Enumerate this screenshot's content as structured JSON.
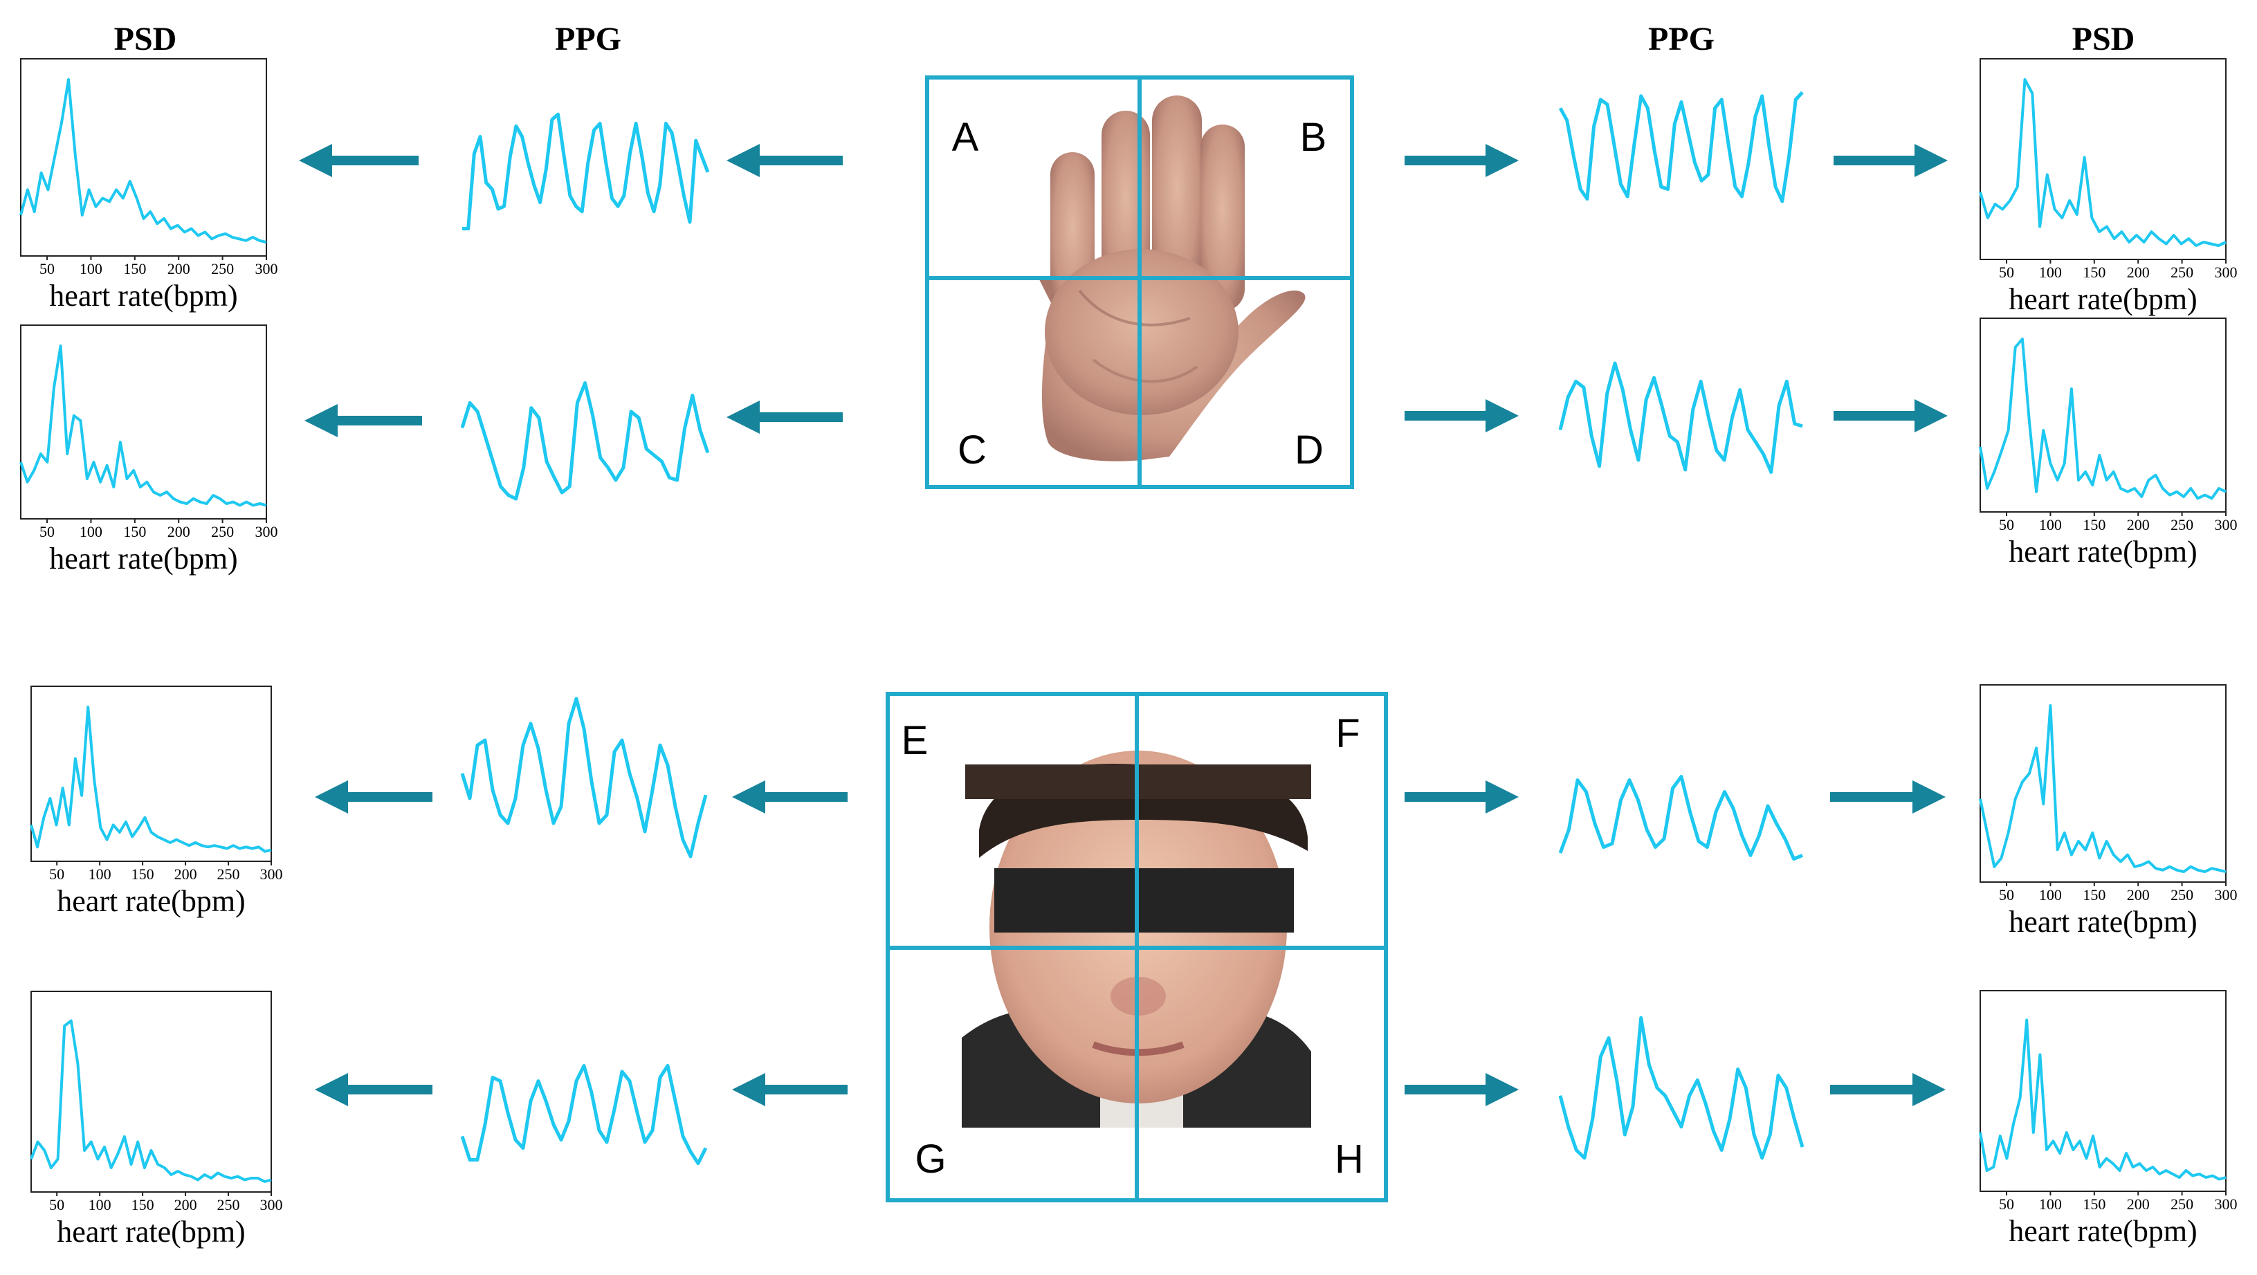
{
  "headers": {
    "psd": "PSD",
    "ppg": "PPG"
  },
  "x_axis_label": "heart rate(bpm)",
  "x_ticks": [
    "50",
    "100",
    "150",
    "200",
    "250",
    "300"
  ],
  "colors": {
    "signal": "#1ec8f0",
    "arrow": "#16849a",
    "grid": "#22aacb",
    "mask": "#242424"
  },
  "hand_panel": {
    "regions": [
      "A",
      "B",
      "C",
      "D"
    ]
  },
  "face_panel": {
    "regions": [
      "E",
      "F",
      "G",
      "H"
    ]
  },
  "ppg_waves": {
    "A": [
      0.05,
      0.05,
      0.62,
      0.75,
      0.4,
      0.35,
      0.2,
      0.22,
      0.6,
      0.83,
      0.75,
      0.55,
      0.38,
      0.25,
      0.5,
      0.88,
      0.92,
      0.6,
      0.3,
      0.22,
      0.18,
      0.55,
      0.8,
      0.85,
      0.55,
      0.28,
      0.22,
      0.3,
      0.62,
      0.85,
      0.6,
      0.32,
      0.18,
      0.38,
      0.85,
      0.78,
      0.55,
      0.3,
      0.1,
      0.72,
      0.6,
      0.48
    ],
    "B": [
      0.85,
      0.75,
      0.45,
      0.18,
      0.1,
      0.7,
      0.92,
      0.88,
      0.55,
      0.22,
      0.12,
      0.55,
      0.95,
      0.85,
      0.5,
      0.2,
      0.18,
      0.72,
      0.9,
      0.65,
      0.4,
      0.25,
      0.3,
      0.85,
      0.92,
      0.55,
      0.2,
      0.12,
      0.4,
      0.78,
      0.95,
      0.55,
      0.2,
      0.08,
      0.45,
      0.92,
      0.98
    ],
    "C": [
      0.62,
      0.82,
      0.75,
      0.55,
      0.35,
      0.15,
      0.08,
      0.05,
      0.3,
      0.78,
      0.7,
      0.35,
      0.22,
      0.1,
      0.15,
      0.82,
      0.98,
      0.72,
      0.38,
      0.3,
      0.2,
      0.3,
      0.75,
      0.7,
      0.45,
      0.4,
      0.35,
      0.22,
      0.2,
      0.62,
      0.88,
      0.6,
      0.42
    ],
    "D": [
      0.45,
      0.72,
      0.85,
      0.8,
      0.4,
      0.15,
      0.75,
      1.0,
      0.78,
      0.45,
      0.2,
      0.7,
      0.88,
      0.65,
      0.4,
      0.35,
      0.12,
      0.62,
      0.85,
      0.55,
      0.28,
      0.2,
      0.55,
      0.78,
      0.45,
      0.35,
      0.25,
      0.1,
      0.65,
      0.85,
      0.5,
      0.48
    ],
    "E": [
      0.55,
      0.4,
      0.72,
      0.75,
      0.45,
      0.3,
      0.25,
      0.4,
      0.72,
      0.85,
      0.7,
      0.45,
      0.25,
      0.35,
      0.85,
      1.0,
      0.82,
      0.5,
      0.25,
      0.3,
      0.68,
      0.75,
      0.55,
      0.4,
      0.2,
      0.45,
      0.72,
      0.6,
      0.35,
      0.15,
      0.05,
      0.25,
      0.42
    ],
    "F": [
      0.1,
      0.3,
      0.72,
      0.62,
      0.35,
      0.15,
      0.18,
      0.55,
      0.72,
      0.55,
      0.3,
      0.15,
      0.22,
      0.65,
      0.75,
      0.45,
      0.2,
      0.15,
      0.45,
      0.62,
      0.48,
      0.25,
      0.08,
      0.25,
      0.5,
      0.35,
      0.22,
      0.05,
      0.08
    ],
    "G": [
      0.25,
      0.05,
      0.05,
      0.35,
      0.75,
      0.72,
      0.45,
      0.22,
      0.15,
      0.55,
      0.72,
      0.55,
      0.35,
      0.22,
      0.38,
      0.72,
      0.85,
      0.62,
      0.3,
      0.2,
      0.48,
      0.8,
      0.72,
      0.45,
      0.2,
      0.3,
      0.75,
      0.85,
      0.55,
      0.25,
      0.12,
      0.02,
      0.15
    ],
    "H": [
      0.45,
      0.25,
      0.1,
      0.05,
      0.3,
      0.7,
      0.82,
      0.55,
      0.2,
      0.38,
      0.95,
      0.65,
      0.5,
      0.45,
      0.35,
      0.25,
      0.45,
      0.55,
      0.4,
      0.22,
      0.1,
      0.3,
      0.62,
      0.5,
      0.2,
      0.05,
      0.2,
      0.58,
      0.5,
      0.3,
      0.12
    ],
    "A_psd": [
      0.2,
      0.35,
      0.22,
      0.45,
      0.35,
      0.55,
      0.75,
      1.0,
      0.55,
      0.2,
      0.35,
      0.25,
      0.3,
      0.28,
      0.35,
      0.3,
      0.4,
      0.3,
      0.18,
      0.22,
      0.15,
      0.18,
      0.12,
      0.14,
      0.1,
      0.12,
      0.08,
      0.1,
      0.06,
      0.08,
      0.09,
      0.07,
      0.06,
      0.05,
      0.07,
      0.05,
      0.04
    ]
  },
  "psd_spectra": {
    "A": [
      0.2,
      0.35,
      0.22,
      0.45,
      0.35,
      0.55,
      0.75,
      1.0,
      0.55,
      0.2,
      0.35,
      0.25,
      0.3,
      0.28,
      0.35,
      0.3,
      0.4,
      0.3,
      0.18,
      0.22,
      0.15,
      0.18,
      0.12,
      0.14,
      0.1,
      0.12,
      0.08,
      0.1,
      0.06,
      0.08,
      0.09,
      0.07,
      0.06,
      0.05,
      0.07,
      0.05,
      0.04
    ],
    "B": [
      0.35,
      0.2,
      0.28,
      0.25,
      0.3,
      0.38,
      1.0,
      0.92,
      0.15,
      0.45,
      0.25,
      0.2,
      0.3,
      0.22,
      0.55,
      0.2,
      0.12,
      0.15,
      0.08,
      0.12,
      0.06,
      0.1,
      0.06,
      0.12,
      0.08,
      0.05,
      0.1,
      0.05,
      0.08,
      0.04,
      0.06,
      0.05,
      0.04,
      0.06
    ],
    "C": [
      0.3,
      0.18,
      0.25,
      0.35,
      0.3,
      0.75,
      1.0,
      0.35,
      0.58,
      0.55,
      0.2,
      0.3,
      0.18,
      0.28,
      0.15,
      0.42,
      0.2,
      0.25,
      0.15,
      0.18,
      0.12,
      0.1,
      0.12,
      0.08,
      0.06,
      0.05,
      0.08,
      0.06,
      0.05,
      0.1,
      0.08,
      0.05,
      0.06,
      0.04,
      0.06,
      0.04,
      0.05,
      0.04
    ],
    "D": [
      0.35,
      0.1,
      0.2,
      0.32,
      0.45,
      0.95,
      1.0,
      0.5,
      0.08,
      0.45,
      0.25,
      0.15,
      0.25,
      0.7,
      0.15,
      0.2,
      0.12,
      0.3,
      0.15,
      0.2,
      0.1,
      0.08,
      0.1,
      0.05,
      0.15,
      0.18,
      0.1,
      0.06,
      0.08,
      0.05,
      0.1,
      0.04,
      0.06,
      0.04,
      0.1,
      0.08
    ],
    "E": [
      0.2,
      0.05,
      0.25,
      0.38,
      0.2,
      0.45,
      0.2,
      0.65,
      0.4,
      1.0,
      0.5,
      0.18,
      0.1,
      0.2,
      0.15,
      0.22,
      0.12,
      0.18,
      0.25,
      0.15,
      0.12,
      0.1,
      0.08,
      0.1,
      0.08,
      0.06,
      0.08,
      0.06,
      0.05,
      0.06,
      0.05,
      0.04,
      0.06,
      0.04,
      0.05,
      0.04,
      0.05,
      0.02,
      0.03
    ],
    "F": [
      0.45,
      0.25,
      0.05,
      0.1,
      0.25,
      0.45,
      0.55,
      0.6,
      0.75,
      0.42,
      1.0,
      0.15,
      0.25,
      0.12,
      0.2,
      0.15,
      0.25,
      0.1,
      0.2,
      0.12,
      0.08,
      0.12,
      0.05,
      0.06,
      0.08,
      0.04,
      0.03,
      0.05,
      0.03,
      0.02,
      0.05,
      0.03,
      0.02,
      0.04,
      0.03,
      0.02
    ],
    "G": [
      0.15,
      0.25,
      0.2,
      0.1,
      0.15,
      0.92,
      0.95,
      0.7,
      0.2,
      0.25,
      0.15,
      0.22,
      0.1,
      0.18,
      0.28,
      0.12,
      0.25,
      0.1,
      0.2,
      0.12,
      0.1,
      0.06,
      0.08,
      0.06,
      0.05,
      0.03,
      0.06,
      0.04,
      0.07,
      0.05,
      0.04,
      0.05,
      0.03,
      0.04,
      0.04,
      0.02,
      0.03
    ],
    "H": [
      0.3,
      0.08,
      0.1,
      0.28,
      0.15,
      0.35,
      0.5,
      0.95,
      0.3,
      0.75,
      0.2,
      0.25,
      0.18,
      0.3,
      0.2,
      0.25,
      0.15,
      0.28,
      0.1,
      0.15,
      0.12,
      0.08,
      0.18,
      0.1,
      0.12,
      0.08,
      0.1,
      0.06,
      0.08,
      0.06,
      0.04,
      0.08,
      0.05,
      0.06,
      0.04,
      0.05,
      0.03,
      0.04
    ]
  }
}
